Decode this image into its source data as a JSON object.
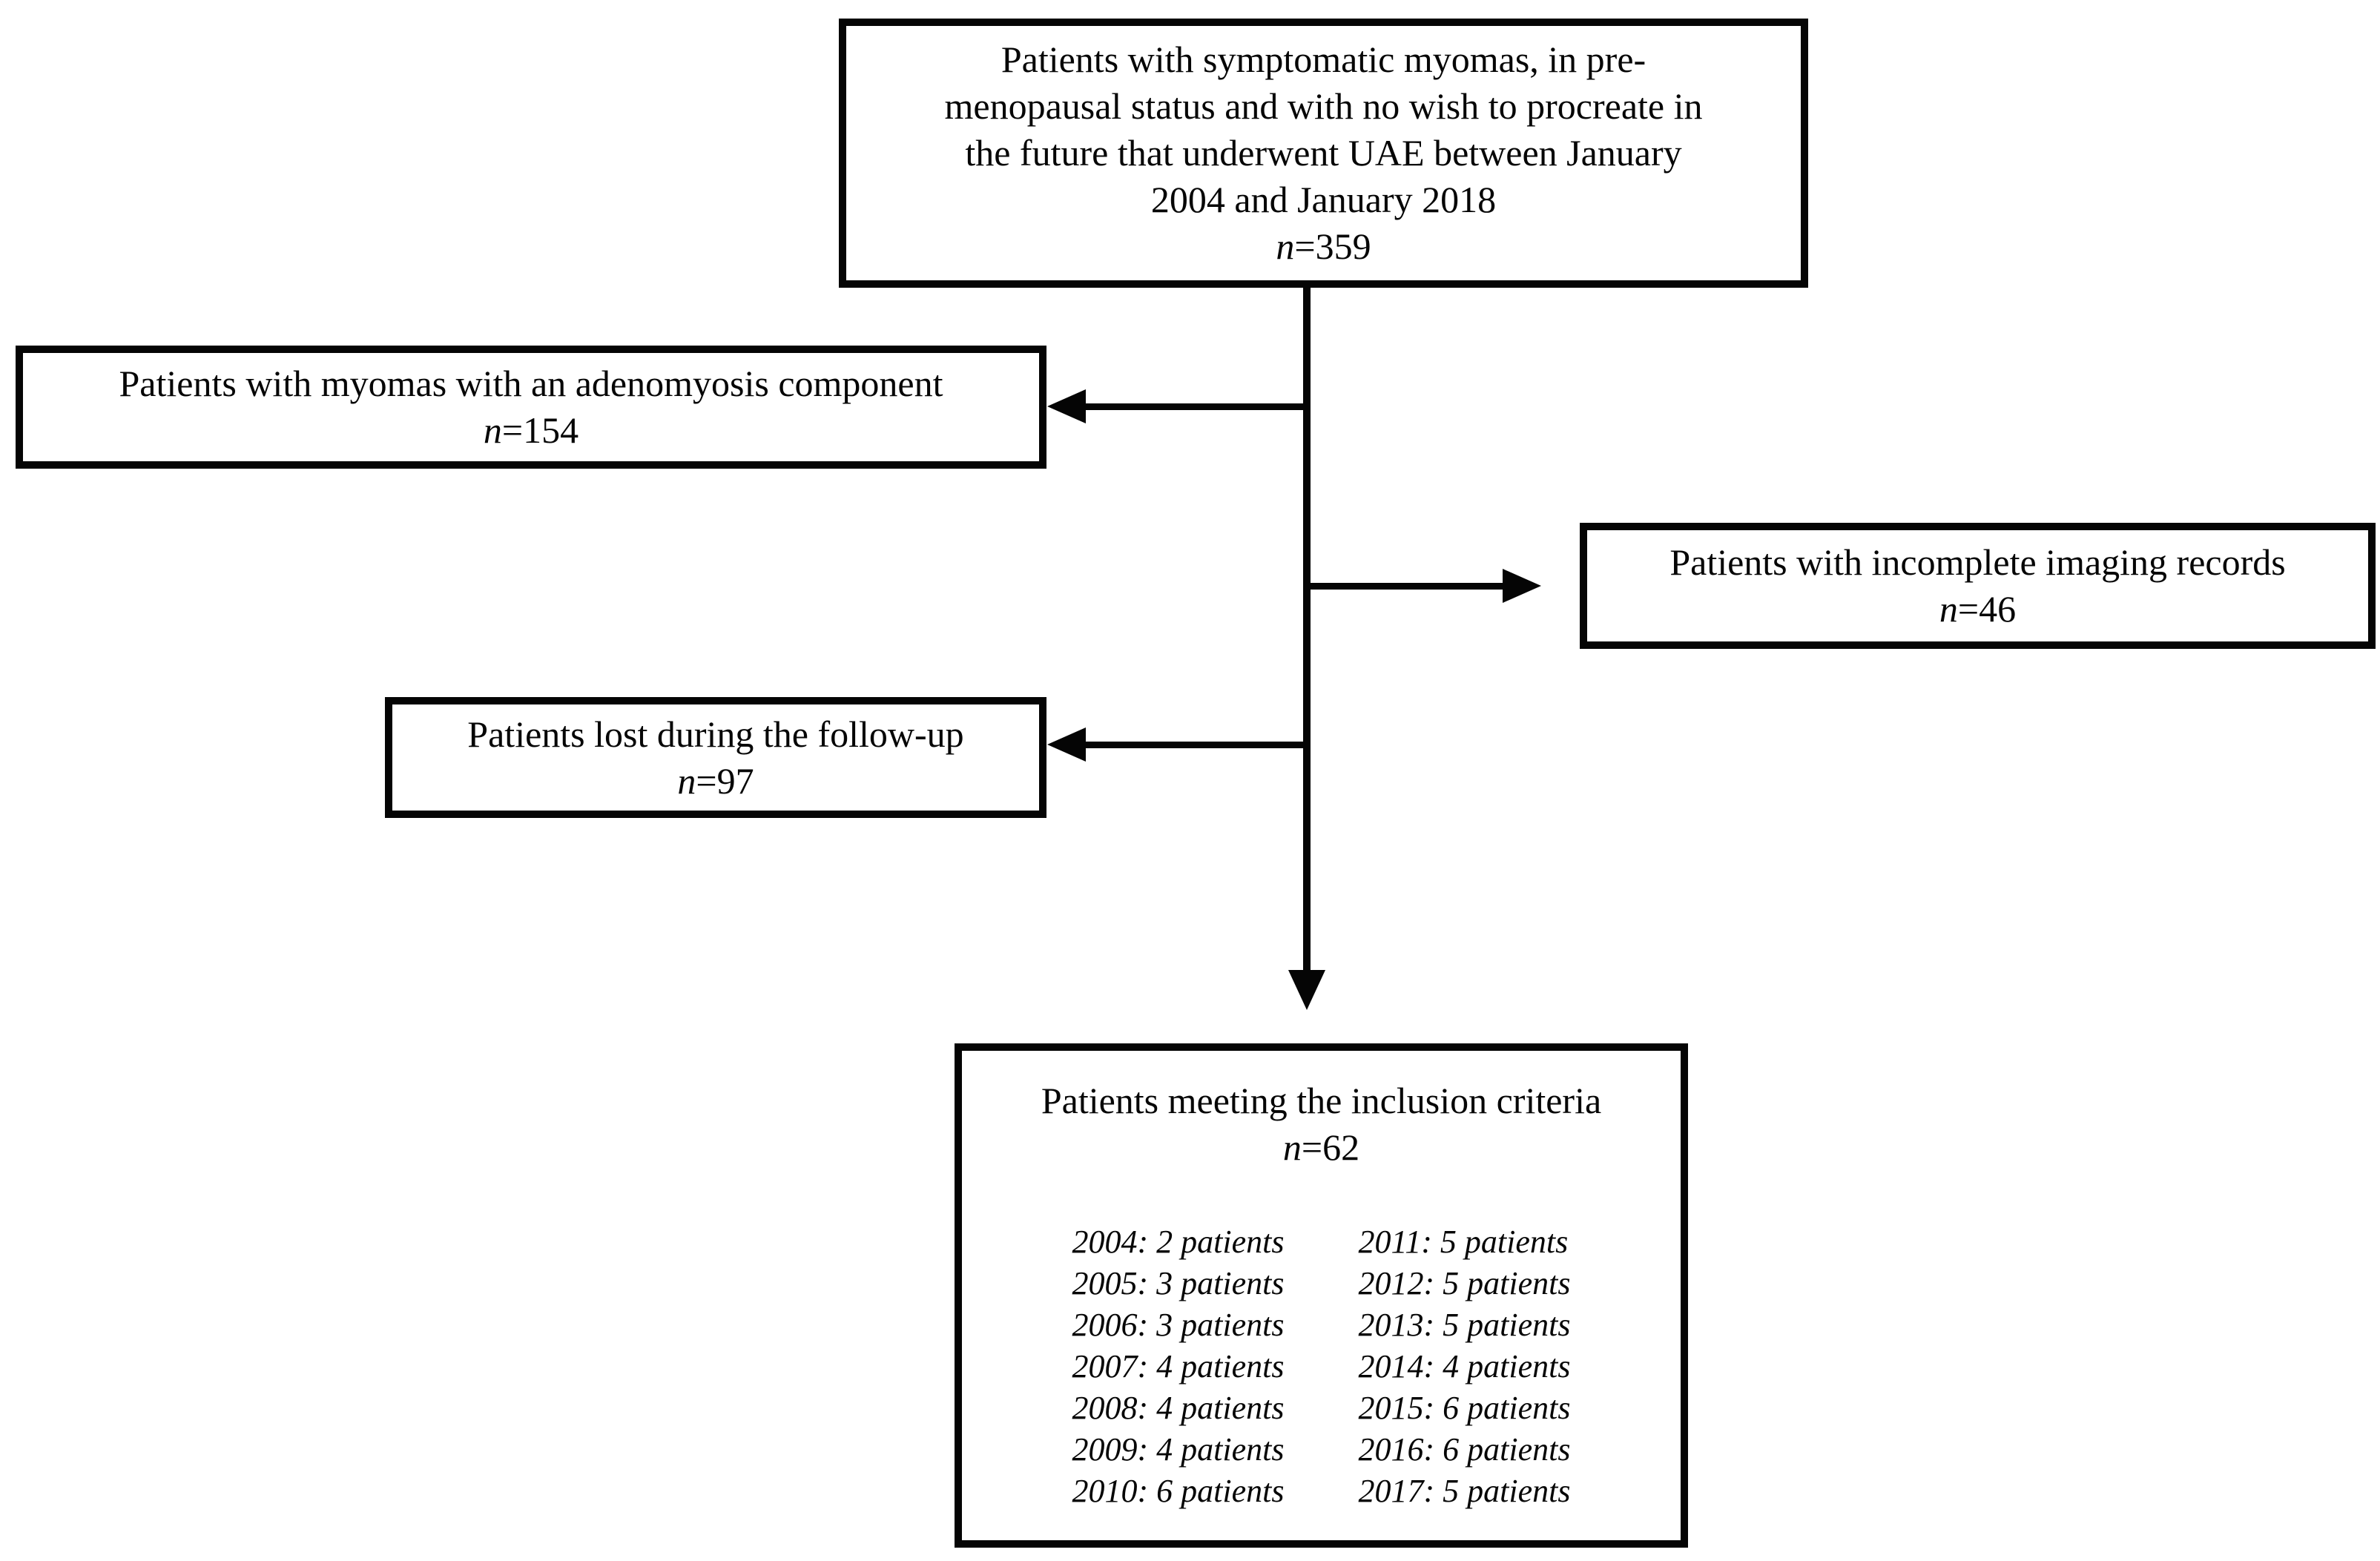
{
  "page": {
    "background_color": "#ffffff",
    "line_color": "#050505",
    "text_color": "#060606"
  },
  "top_box": {
    "lines": [
      "Patients with symptomatic myomas, in pre-",
      "menopausal status and with no wish to procreate in",
      "the future that underwent UAE between January",
      "2004 and January 2018"
    ],
    "n_italic": "n",
    "n_rest": "=359"
  },
  "adenomyosis_box": {
    "label": "Patients with myomas with an adenomyosis component",
    "n_italic": "n",
    "n_rest": "=154"
  },
  "imaging_box": {
    "label": "Patients with incomplete imaging records",
    "n_italic": "n",
    "n_rest": "=46"
  },
  "followup_box": {
    "label": "Patients lost during the follow-up",
    "n_italic": "n",
    "n_rest": "=97"
  },
  "inclusion_box": {
    "title": "Patients meeting the inclusion criteria",
    "n_italic": "n",
    "n_rest": "=62",
    "rows": [
      {
        "left": "2004: 2 patients",
        "right": "2011: 5 patients"
      },
      {
        "left": "2005: 3 patients",
        "right": "2012: 5 patients"
      },
      {
        "left": "2006: 3 patients",
        "right": "2013: 5 patients"
      },
      {
        "left": "2007: 4 patients",
        "right": "2014: 4 patients"
      },
      {
        "left": "2008: 4 patients",
        "right": "2015: 6 patients"
      },
      {
        "left": "2009: 4 patients",
        "right": "2016: 6 patients"
      },
      {
        "left": "2010: 6 patients",
        "right": "2017: 5 patients"
      }
    ]
  }
}
